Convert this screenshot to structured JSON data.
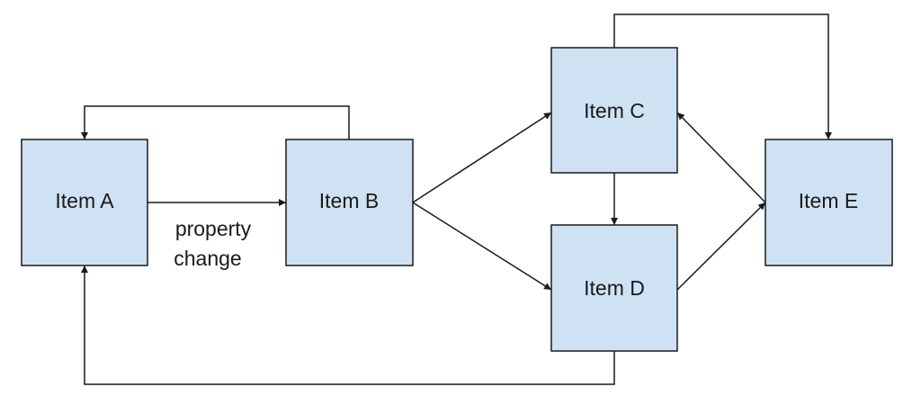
{
  "diagram": {
    "nodes": {
      "a": {
        "label": "Item A"
      },
      "b": {
        "label": "Item B"
      },
      "c": {
        "label": "Item C"
      },
      "d": {
        "label": "Item D"
      },
      "e": {
        "label": "Item E"
      }
    },
    "edge_label": {
      "line1": "property",
      "line2": "change"
    },
    "colors": {
      "node_fill": "#cfe2f3",
      "stroke": "#1a1a1a"
    }
  }
}
